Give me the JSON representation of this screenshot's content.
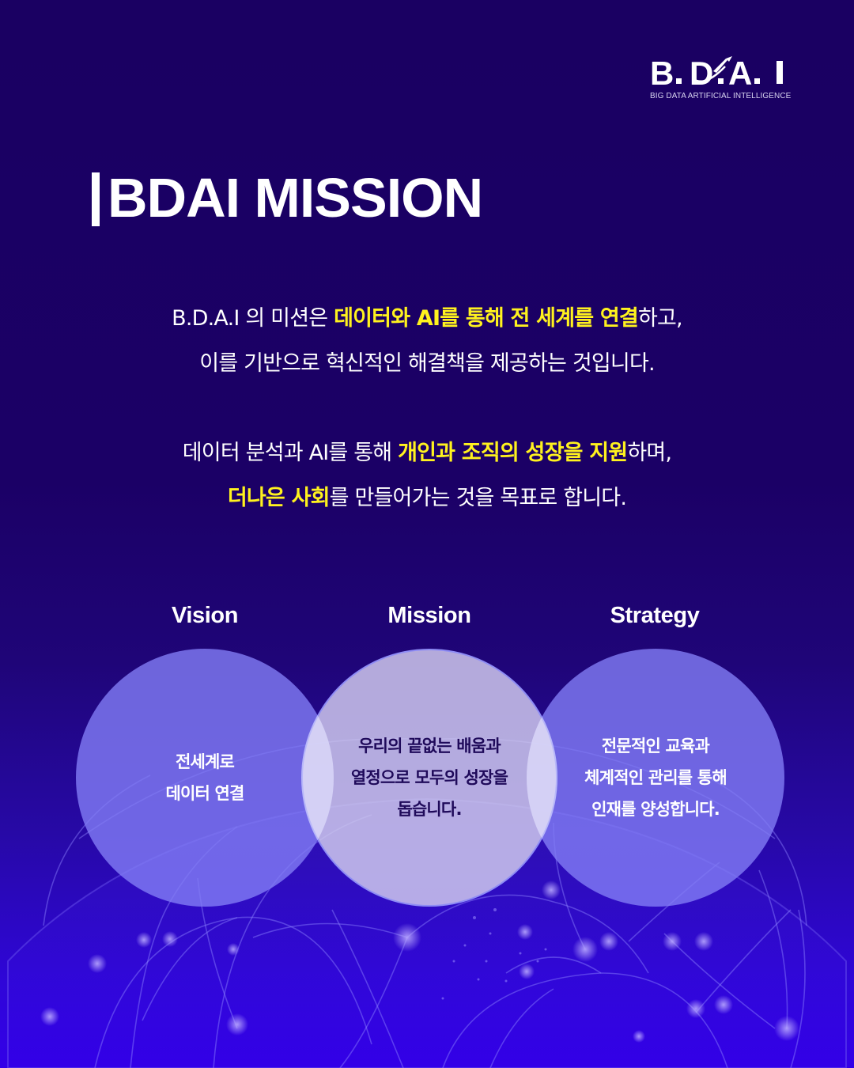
{
  "logo": {
    "mark": "B.D.A.I",
    "mark_parts": [
      "B",
      ".",
      "D",
      ".",
      "A",
      ".",
      "I"
    ],
    "subtitle": "BIG DATA ARTIFICIAL INTELLIGENCE",
    "icon": "rocket-icon"
  },
  "header": {
    "title": "BDAI MISSION"
  },
  "mission_statement": {
    "paragraph1": {
      "line1": {
        "pre": "B.D.A.I 의 미션은 ",
        "highlight": "데이터와 AI를 통해 전 세계를 연결",
        "post": "하고,"
      },
      "line2": {
        "text": "이를 기반으로 혁신적인 해결책을 제공하는 것입니다."
      }
    },
    "paragraph2": {
      "line1": {
        "pre": "데이터 분석과 AI를 통해 ",
        "highlight": "개인과 조직의 성장을 지원",
        "post": "하며,"
      },
      "line2": {
        "highlight": "더나은 사회",
        "post": "를 만들어가는 것을 목표로 합니다."
      }
    }
  },
  "pillars": [
    {
      "label": "Vision",
      "text": "전세계로\n데이터 연결"
    },
    {
      "label": "Mission",
      "text": "우리의 끝없는 배움과\n열정으로 모두의 성장을\n돕습니다."
    },
    {
      "label": "Strategy",
      "text": "전문적인 교육과\n체계적인 관리를 통해\n인재를 양성합니다."
    }
  ],
  "colors": {
    "background_top": "#1a0062",
    "background_bottom": "#3300e8",
    "highlight": "#fff21e",
    "circle_side": "#7b73e6",
    "circle_mid": "#c9c3ea",
    "mid_text": "#1f0a5a"
  }
}
